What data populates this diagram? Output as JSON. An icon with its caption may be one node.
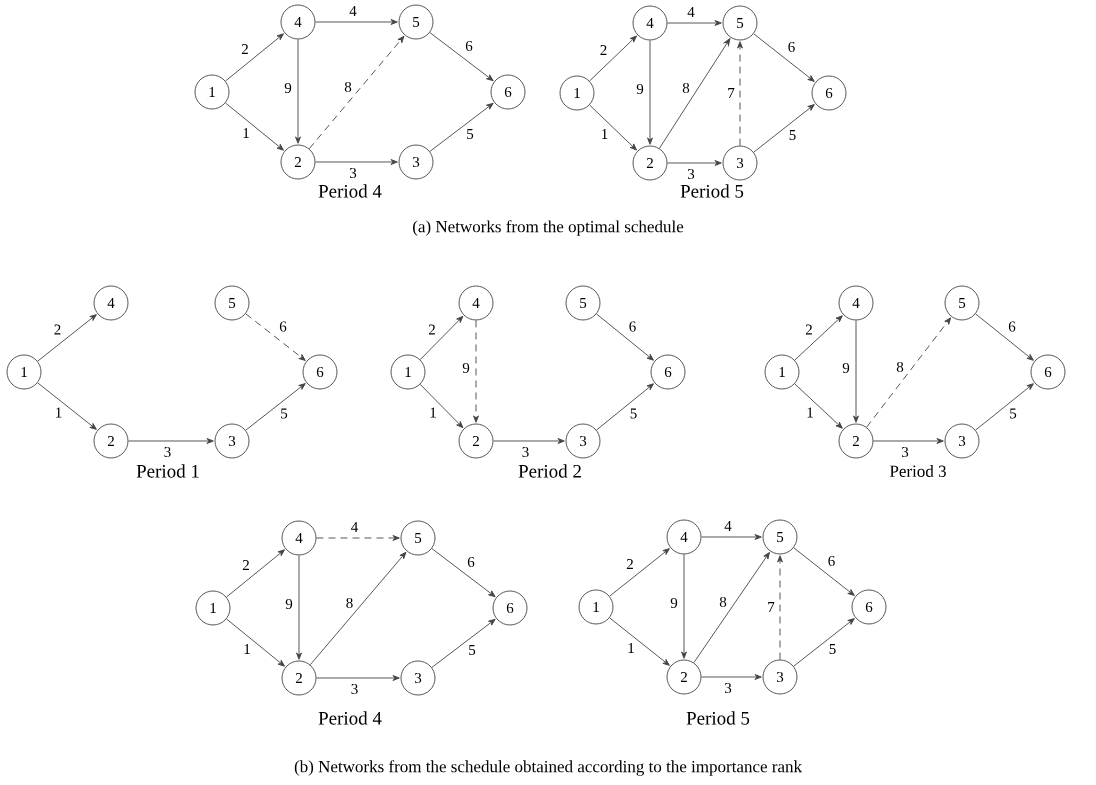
{
  "diagram": {
    "nodes": [
      {
        "text": [
          "1"
        ]
      },
      {
        "text": [
          "4"
        ]
      },
      {
        "text": [
          "2"
        ]
      },
      {
        "text": [
          "5"
        ]
      },
      {
        "text": [
          "3"
        ]
      },
      {
        "text": [
          "6"
        ]
      },
      {
        "text": [
          "1"
        ]
      },
      {
        "text": [
          "4"
        ]
      },
      {
        "text": [
          "2"
        ]
      },
      {
        "text": [
          "5"
        ]
      },
      {
        "text": [
          "3"
        ]
      },
      {
        "text": [
          "6"
        ]
      },
      {
        "text": [
          "1"
        ]
      },
      {
        "text": [
          "4"
        ]
      },
      {
        "text": [
          "2"
        ]
      },
      {
        "text": [
          "5"
        ]
      },
      {
        "text": [
          "3"
        ]
      },
      {
        "text": [
          "6"
        ]
      },
      {
        "text": [
          "1"
        ]
      },
      {
        "text": [
          "4"
        ]
      },
      {
        "text": [
          "2"
        ]
      },
      {
        "text": [
          "5"
        ]
      },
      {
        "text": [
          "3"
        ]
      },
      {
        "text": [
          "6"
        ]
      },
      {
        "text": [
          "1"
        ]
      },
      {
        "text": [
          "4"
        ]
      },
      {
        "text": [
          "2"
        ]
      },
      {
        "text": [
          "5"
        ]
      },
      {
        "text": [
          "3"
        ]
      },
      {
        "text": [
          "6"
        ]
      },
      {
        "text": [
          "1"
        ]
      },
      {
        "text": [
          "4"
        ]
      },
      {
        "text": [
          "2"
        ]
      },
      {
        "text": [
          "5"
        ]
      },
      {
        "text": [
          "3"
        ]
      },
      {
        "text": [
          "6"
        ]
      },
      {
        "text": [
          "1"
        ]
      },
      {
        "text": [
          "4"
        ]
      },
      {
        "text": [
          "2"
        ]
      },
      {
        "text": [
          "5"
        ]
      },
      {
        "text": [
          "3"
        ]
      },
      {
        "text": [
          "6"
        ]
      }
    ],
    "edges": [
      {
        "from": 0,
        "to": 1,
        "arrow": "to",
        "label": "2"
      },
      {
        "from": 0,
        "to": 2,
        "arrow": "to",
        "label": "1"
      },
      {
        "from": 1,
        "to": 3,
        "arrow": "to",
        "label": "4"
      },
      {
        "from": 1,
        "to": 2,
        "arrow": "to",
        "label": "9"
      },
      {
        "from": 2,
        "to": 3,
        "arrow": "to",
        "label": "8",
        "style": "dashed"
      },
      {
        "from": 2,
        "to": 4,
        "arrow": "to",
        "label": "3"
      },
      {
        "from": 3,
        "to": 5,
        "arrow": "to",
        "label": "6"
      },
      {
        "from": 4,
        "to": 5,
        "arrow": "to",
        "label": "5"
      },
      {
        "from": 6,
        "to": 7,
        "arrow": "to",
        "label": "2"
      },
      {
        "from": 6,
        "to": 8,
        "arrow": "to",
        "label": "1"
      },
      {
        "from": 7,
        "to": 9,
        "arrow": "to",
        "label": "4"
      },
      {
        "from": 7,
        "to": 8,
        "arrow": "to",
        "label": "9"
      },
      {
        "from": 8,
        "to": 9,
        "arrow": "to",
        "label": "8"
      },
      {
        "from": 10,
        "to": 9,
        "arrow": "to",
        "label": "7",
        "style": "dashed"
      },
      {
        "from": 8,
        "to": 10,
        "arrow": "to",
        "label": "3"
      },
      {
        "from": 9,
        "to": 11,
        "arrow": "to",
        "label": "6"
      },
      {
        "from": 10,
        "to": 11,
        "arrow": "to",
        "label": "5"
      },
      {
        "from": 12,
        "to": 13,
        "arrow": "to",
        "label": "2"
      },
      {
        "from": 12,
        "to": 14,
        "arrow": "to",
        "label": "1"
      },
      {
        "from": 15,
        "to": 17,
        "arrow": "to",
        "label": "6",
        "style": "dashed"
      },
      {
        "from": 14,
        "to": 16,
        "arrow": "to",
        "label": "3"
      },
      {
        "from": 16,
        "to": 17,
        "arrow": "to",
        "label": "5"
      },
      {
        "from": 18,
        "to": 19,
        "arrow": "to",
        "label": "2"
      },
      {
        "from": 18,
        "to": 20,
        "arrow": "to",
        "label": "1"
      },
      {
        "from": 19,
        "to": 20,
        "arrow": "to",
        "label": "9",
        "style": "dashed"
      },
      {
        "from": 21,
        "to": 23,
        "arrow": "to",
        "label": "6"
      },
      {
        "from": 20,
        "to": 22,
        "arrow": "to",
        "label": "3"
      },
      {
        "from": 22,
        "to": 23,
        "arrow": "to",
        "label": "5"
      },
      {
        "from": 24,
        "to": 25,
        "arrow": "to",
        "label": "2"
      },
      {
        "from": 24,
        "to": 26,
        "arrow": "to",
        "label": "1"
      },
      {
        "from": 25,
        "to": 26,
        "arrow": "to",
        "label": "9"
      },
      {
        "from": 26,
        "to": 27,
        "arrow": "to",
        "label": "8",
        "style": "dashed"
      },
      {
        "from": 27,
        "to": 29,
        "arrow": "to",
        "label": "6"
      },
      {
        "from": 26,
        "to": 28,
        "arrow": "to",
        "label": "3"
      },
      {
        "from": 28,
        "to": 29,
        "arrow": "to",
        "label": "5"
      },
      {
        "from": 30,
        "to": 31,
        "arrow": "to",
        "label": "2"
      },
      {
        "from": 30,
        "to": 32,
        "arrow": "to",
        "label": "1"
      },
      {
        "from": 31,
        "to": 33,
        "arrow": "to",
        "label": "4",
        "style": "dashed"
      },
      {
        "from": 31,
        "to": 32,
        "arrow": "to",
        "label": "9"
      },
      {
        "from": 32,
        "to": 33,
        "arrow": "to",
        "label": "8"
      },
      {
        "from": 32,
        "to": 34,
        "arrow": "to",
        "label": "3"
      },
      {
        "from": 33,
        "to": 35,
        "arrow": "to",
        "label": "6"
      },
      {
        "from": 34,
        "to": 35,
        "arrow": "to",
        "label": "5"
      },
      {
        "from": 36,
        "to": 37,
        "arrow": "to",
        "label": "2"
      },
      {
        "from": 36,
        "to": 38,
        "arrow": "to",
        "label": "1"
      },
      {
        "from": 37,
        "to": 39,
        "arrow": "to",
        "label": "4"
      },
      {
        "from": 37,
        "to": 38,
        "arrow": "to",
        "label": "9"
      },
      {
        "from": 38,
        "to": 39,
        "arrow": "to",
        "label": "8"
      },
      {
        "from": 40,
        "to": 39,
        "arrow": "to",
        "label": "7",
        "style": "dashed"
      },
      {
        "from": 38,
        "to": 40,
        "arrow": "to",
        "label": "3"
      },
      {
        "from": 39,
        "to": 41,
        "arrow": "to",
        "label": "6"
      },
      {
        "from": 40,
        "to": 41,
        "arrow": "to",
        "label": "5"
      }
    ],
    "labels": [
      "Period 4",
      "Period 5",
      "(a) Networks from the optimal schedule",
      "Period 1",
      "Period 2",
      "Period 3",
      "Period 4",
      "Period 5",
      "(b) Networks from the schedule obtained according to the importance rank"
    ]
  }
}
